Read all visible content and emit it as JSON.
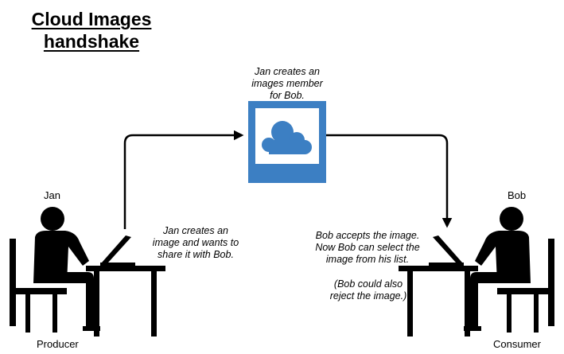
{
  "title": {
    "line1": "Cloud Images",
    "line2": "handshake"
  },
  "server": {
    "caption_lines": [
      "Jan creates an",
      "images member",
      "for Bob."
    ],
    "icon": "cloud-image-icon",
    "colors": {
      "frame": "#3c7fc3",
      "cloud": "#3c7fc3",
      "inner": "#ffffff"
    }
  },
  "producer": {
    "name": "Jan",
    "role": "Producer",
    "note_lines": [
      "Jan creates an",
      "image and wants to",
      "share it with Bob."
    ]
  },
  "consumer": {
    "name": "Bob",
    "role": "Consumer",
    "note_lines": [
      "Bob accepts the image.",
      "Now Bob can select the",
      "image from his list."
    ],
    "aside_lines": [
      "(Bob could also",
      "reject the image.)"
    ]
  }
}
